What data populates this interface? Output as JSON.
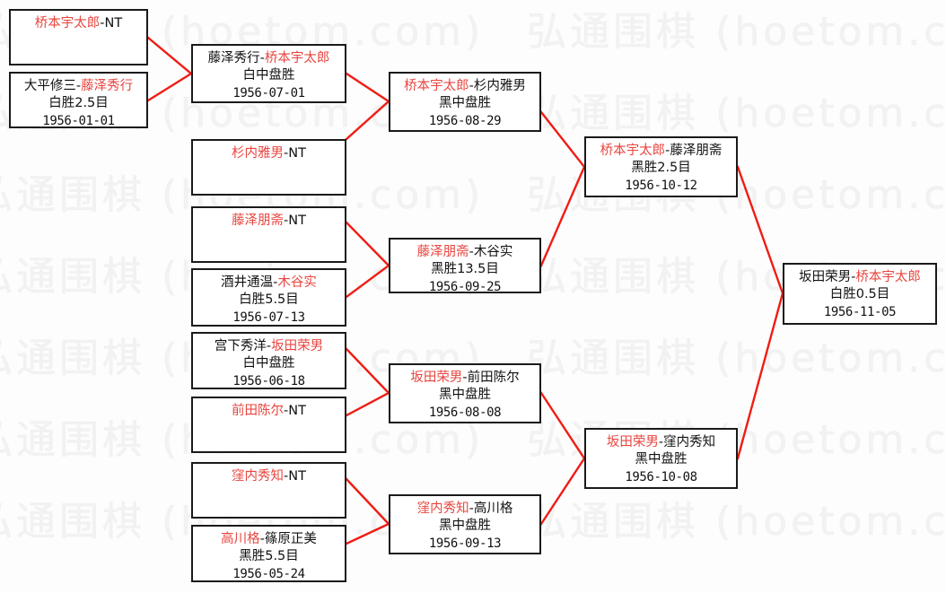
{
  "meta": {
    "watermark_text": "弘通围棋 (hoetom.com)",
    "accent_color": "#e8453f",
    "line_color": "#f01c14",
    "border_color": "#1a1a1a",
    "background_color": "#fdfdfd"
  },
  "matches": {
    "r1_1": {
      "left": "桥本宇太郎",
      "right": "NT",
      "winner": "left",
      "result": "",
      "date": ""
    },
    "r1_2": {
      "left": "大平修三",
      "right": "藤泽秀行",
      "winner": "right",
      "result": "白胜2.5目",
      "date": "1956-01-01"
    },
    "r1_3": {
      "left": "杉内雅男",
      "right": "NT",
      "winner": "left",
      "result": "",
      "date": ""
    },
    "r1_4": {
      "left": "藤泽朋斋",
      "right": "NT",
      "winner": "left",
      "result": "",
      "date": ""
    },
    "r1_5": {
      "left": "酒井通温",
      "right": "木谷实",
      "winner": "right",
      "result": "白胜5.5目",
      "date": "1956-07-13"
    },
    "r1_6": {
      "left": "宫下秀洋",
      "right": "坂田荣男",
      "winner": "right",
      "result": "白中盘胜",
      "date": "1956-06-18"
    },
    "r1_7": {
      "left": "前田陈尔",
      "right": "NT",
      "winner": "left",
      "result": "",
      "date": ""
    },
    "r1_8": {
      "left": "窪内秀知",
      "right": "NT",
      "winner": "left",
      "result": "",
      "date": ""
    },
    "r1_9": {
      "left": "高川格",
      "right": "篠原正美",
      "winner": "left",
      "result": "黑胜5.5目",
      "date": "1956-05-24"
    },
    "r2_1": {
      "left": "藤泽秀行",
      "right": "桥本宇太郎",
      "winner": "right",
      "result": "白中盘胜",
      "date": "1956-07-01"
    },
    "r3_1": {
      "left": "桥本宇太郎",
      "right": "杉内雅男",
      "winner": "left",
      "result": "黑中盘胜",
      "date": "1956-08-29"
    },
    "r3_2": {
      "left": "藤泽朋斋",
      "right": "木谷实",
      "winner": "left",
      "result": "黑胜13.5目",
      "date": "1956-09-25"
    },
    "r3_3": {
      "left": "坂田荣男",
      "right": "前田陈尔",
      "winner": "left",
      "result": "黑中盘胜",
      "date": "1956-08-08"
    },
    "r3_4": {
      "left": "窪内秀知",
      "right": "高川格",
      "winner": "left",
      "result": "黑中盘胜",
      "date": "1956-09-13"
    },
    "r4_1": {
      "left": "桥本宇太郎",
      "right": "藤泽朋斋",
      "winner": "left",
      "result": "黑胜2.5目",
      "date": "1956-10-12"
    },
    "r4_2": {
      "left": "坂田荣男",
      "right": "窪内秀知",
      "winner": "left",
      "result": "黑中盘胜",
      "date": "1956-10-08"
    },
    "r5_1": {
      "left": "坂田荣男",
      "right": "桥本宇太郎",
      "winner": "right",
      "result": "白胜0.5目",
      "date": "1956-11-05"
    }
  }
}
